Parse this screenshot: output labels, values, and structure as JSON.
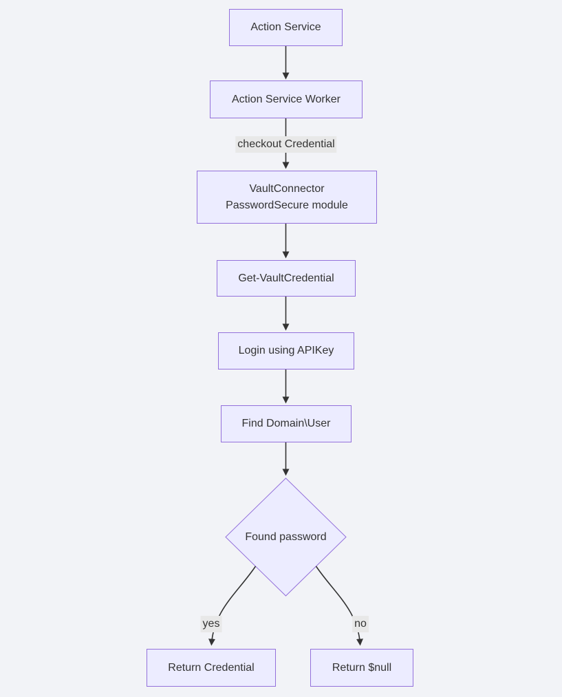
{
  "diagram": {
    "type": "flowchart",
    "direction": "top-down",
    "colors": {
      "background": "#f2f3f7",
      "node_fill": "#ECECFF",
      "node_border": "#9370DB",
      "text": "#333333",
      "edge": "#333333",
      "edge_label_bg": "#e8e8e8"
    },
    "nodes": {
      "action_service": {
        "label": "Action Service",
        "shape": "rect"
      },
      "action_service_worker": {
        "label": "Action Service Worker",
        "shape": "rect"
      },
      "vault_connector": {
        "line1": "VaultConnector",
        "line2": "PasswordSecure module",
        "shape": "rect"
      },
      "get_vault_credential": {
        "label": "Get-VaultCredential",
        "shape": "rect"
      },
      "login_using_apikey": {
        "label": "Login using APIKey",
        "shape": "rect"
      },
      "find_domain_user": {
        "label": "Find Domain\\User",
        "shape": "rect"
      },
      "found_password": {
        "label": "Found password",
        "shape": "diamond"
      },
      "return_credential": {
        "label": "Return Credential",
        "shape": "rect"
      },
      "return_null": {
        "label": "Return $null",
        "shape": "rect"
      }
    },
    "edge_labels": {
      "checkout_credential": "checkout Credential",
      "yes": "yes",
      "no": "no"
    },
    "edges": [
      {
        "from": "action_service",
        "to": "action_service_worker",
        "label": ""
      },
      {
        "from": "action_service_worker",
        "to": "vault_connector",
        "label": "checkout Credential"
      },
      {
        "from": "vault_connector",
        "to": "get_vault_credential",
        "label": ""
      },
      {
        "from": "get_vault_credential",
        "to": "login_using_apikey",
        "label": ""
      },
      {
        "from": "login_using_apikey",
        "to": "find_domain_user",
        "label": ""
      },
      {
        "from": "find_domain_user",
        "to": "found_password",
        "label": ""
      },
      {
        "from": "found_password",
        "to": "return_credential",
        "label": "yes"
      },
      {
        "from": "found_password",
        "to": "return_null",
        "label": "no"
      }
    ]
  }
}
